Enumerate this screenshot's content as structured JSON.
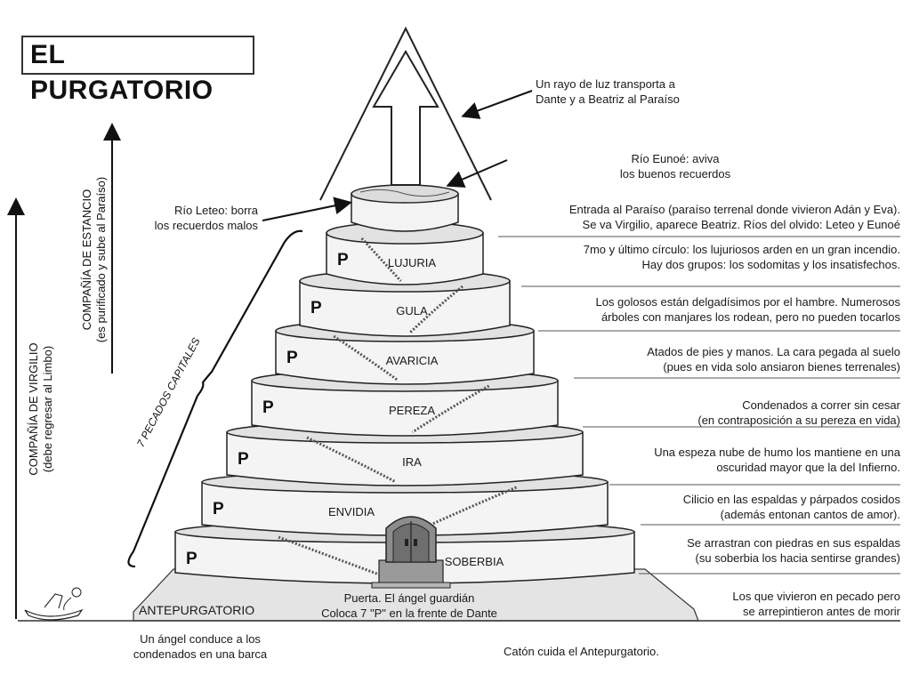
{
  "title": "EL PURGATORIO",
  "side_labels": {
    "virgilio_title": "COMPAÑÍA DE VIRGILIO",
    "virgilio_sub": "(debe regresar al Limbo)",
    "estancio_title": "COMPAÑÍA DE ESTANCIO",
    "estancio_sub": "(es purificado y sube al Paraíso)",
    "pecados": "7 PECADOS CAPITALES"
  },
  "top_notes": {
    "rayo_line1": "Un rayo de luz transporta a",
    "rayo_line2": "Dante y a Beatriz al Paraíso",
    "eunoe_line1": "Río Eunoé: aviva",
    "eunoe_line2": "los buenos recuerdos",
    "leteo_line1": "Río Leteo: borra",
    "leteo_line2": "los recuerdos malos"
  },
  "p_letter": "P",
  "levels": [
    {
      "name": "LUJURIA",
      "desc1": "7mo y último círculo: los lujuriosos arden en un gran incendio.",
      "desc2": "Hay dos grupos: los sodomitas y los insatisfechos."
    },
    {
      "name": "GULA",
      "desc1": "Los golosos están delgadísimos por el hambre. Numerosos",
      "desc2": "árboles con manjares los rodean, pero no pueden tocarlos"
    },
    {
      "name": "AVARICIA",
      "desc1": "Atados de pies y manos. La cara pegada al suelo",
      "desc2": "(pues en vida solo ansiaron bienes terrenales)"
    },
    {
      "name": "PEREZA",
      "desc1": "Condenados a correr sin cesar",
      "desc2": "(en contraposición a su pereza en vida)"
    },
    {
      "name": "IRA",
      "desc1": "Una espeza nube de humo los mantiene en una",
      "desc2": "oscuridad mayor que la del Infierno."
    },
    {
      "name": "ENVIDIA",
      "desc1": "Cilicio en las espaldas y párpados cosidos",
      "desc2": "(además entonan cantos de amor)."
    },
    {
      "name": "SOBERBIA",
      "desc1": "Se arrastran con piedras en sus espaldas",
      "desc2": "(su soberbia los hacia sentirse grandes)"
    }
  ],
  "paraiso": {
    "line1": "Entrada al Paraíso (paraíso terrenal donde vivieron Adán y Eva).",
    "line2": "Se va Virgilio, aparece Beatriz. Ríos del olvido: Leteo y Eunoé"
  },
  "ante": {
    "label": "ANTEPURGATORIO",
    "desc1": "Los que vivieron en pecado pero",
    "desc2": "se arrepintieron antes de morir",
    "puerta1": "Puerta. El ángel guardián",
    "puerta2": "Coloca 7 \"P\" en la frente de Dante",
    "barca1": "Un ángel conduce a los",
    "barca2": "condenados en una barca",
    "caton": "Catón cuida el Antepurgatorio."
  },
  "colors": {
    "ink": "#1a1a1a",
    "tier_fill": "#f4f4f4",
    "tier_side": "#e6e6e6",
    "ground": "#d8d8d8",
    "door": "#8c8c8c"
  }
}
